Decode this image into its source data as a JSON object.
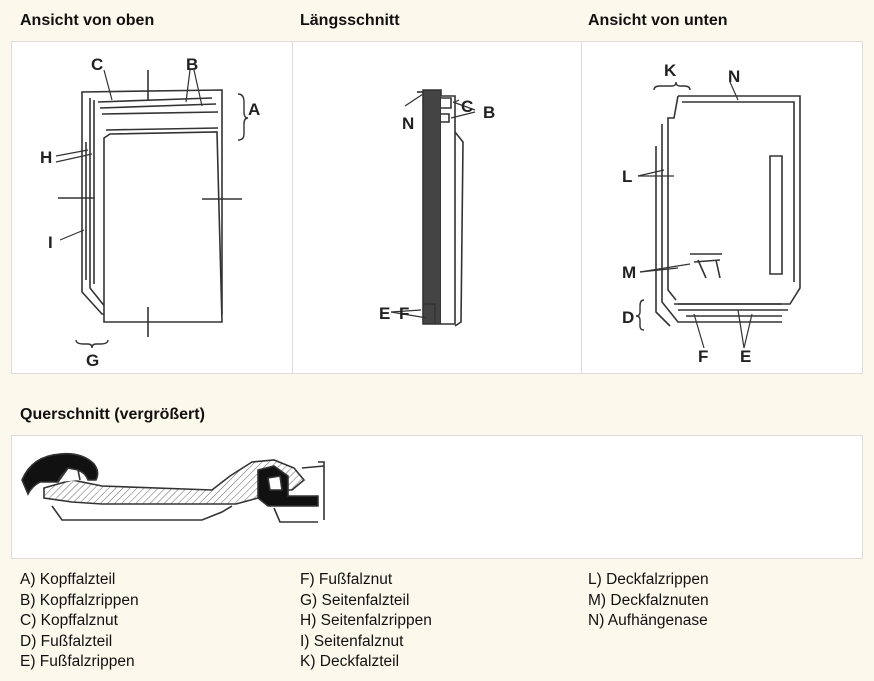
{
  "headings": {
    "top": "Ansicht von oben",
    "long": "Längsschnitt",
    "bottom": "Ansicht von unten",
    "cross": "Querschnitt (vergrößert)"
  },
  "labels": {
    "top": [
      "C",
      "B",
      "A",
      "H",
      "I",
      "G"
    ],
    "long": [
      "N",
      "C",
      "B",
      "E",
      "F"
    ],
    "bottom": [
      "K",
      "N",
      "L",
      "M",
      "D",
      "F",
      "E"
    ]
  },
  "legend": [
    [
      "A) Kopffalzteil",
      "B) Kopffalzrippen",
      "C) Kopffalznut",
      "D) Fußfalzteil",
      "E) Fußfalzrippen"
    ],
    [
      "F) Fußfalznut",
      "G) Seitenfalzteil",
      "H) Seitenfalzrippen",
      "I) Seitenfalznut",
      "K) Deckfalzteil"
    ],
    [
      "L) Deckfalzrippen",
      "M) Deckfalznuten",
      "N) Aufhängenase"
    ]
  ]
}
